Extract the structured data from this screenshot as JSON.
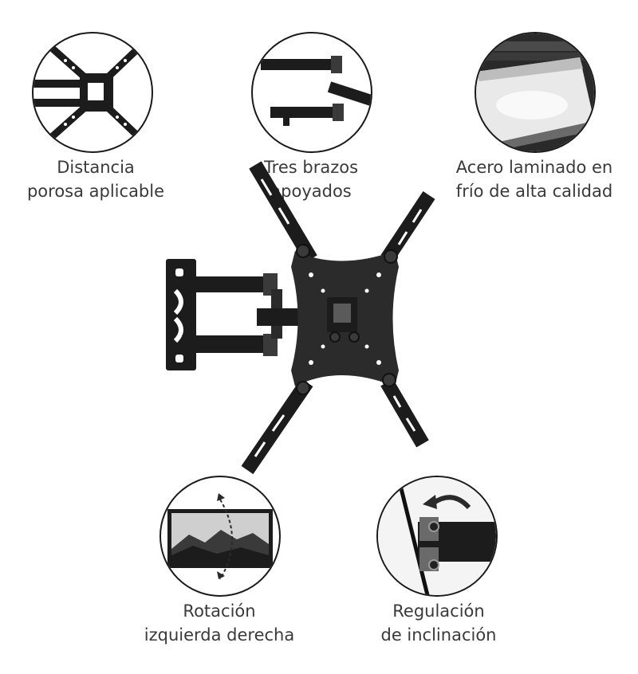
{
  "features": [
    {
      "id": "distance",
      "icon": "vesa-pattern-icon",
      "lines": [
        "Distancia",
        "porosa aplicable"
      ]
    },
    {
      "id": "arms",
      "icon": "triple-arm-icon",
      "lines": [
        "Tres brazos",
        "apoyados"
      ]
    },
    {
      "id": "steel",
      "icon": "steel-sheet-icon",
      "lines": [
        "Acero laminado en",
        "frío de alta calidad"
      ]
    },
    {
      "id": "rotation",
      "icon": "rotation-screen-icon",
      "lines": [
        "Rotación",
        "izquierda derecha"
      ]
    },
    {
      "id": "tilt",
      "icon": "tilt-arrow-icon",
      "lines": [
        "Regulación",
        "de inclinación"
      ]
    }
  ],
  "colors": {
    "metal": "#1c1c1c",
    "metal_light": "#3a3a3a",
    "text": "#3a3a3a",
    "border": "#1a1a1a"
  }
}
